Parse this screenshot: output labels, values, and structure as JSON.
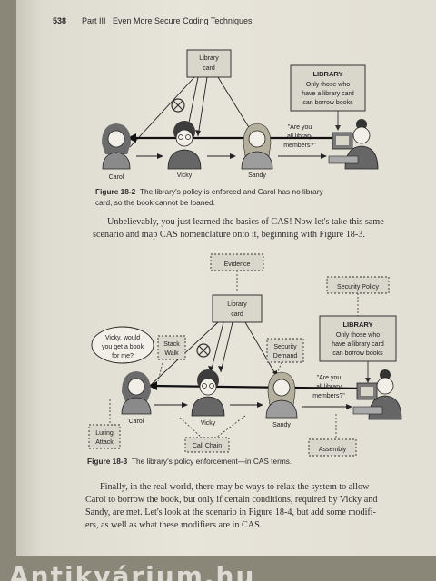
{
  "header": {
    "page_number": "538",
    "part": "Part III",
    "title": "Even More Secure Coding Techniques"
  },
  "figure1": {
    "library_card": [
      "Library",
      "card"
    ],
    "library_box": [
      "LIBRARY",
      "Only those who",
      "have a library card",
      "can borrow books"
    ],
    "bubble": [
      "\"Are you",
      "all library",
      "members?\""
    ],
    "names": {
      "carol": "Carol",
      "vicky": "Vicky",
      "sandy": "Sandy"
    },
    "caption_label": "Figure 18-2",
    "caption_line1": "The library's policy is enforced and Carol has no library",
    "caption_line2": "card, so the book cannot be loaned."
  },
  "paragraph1": [
    "Unbelievably, you just learned the basics of CAS! Now let's take this same",
    "scenario and map CAS nomenclature onto it, beginning with Figure 18-3."
  ],
  "figure2": {
    "evidence": "Evidence",
    "security_policy": "Security Policy",
    "library_card": [
      "Library",
      "card"
    ],
    "stack_walk": [
      "Stack",
      "Walk"
    ],
    "security_demand": [
      "Security",
      "Demand"
    ],
    "library_box": [
      "LIBRARY",
      "Only those who",
      "have a library card",
      "can borrow books"
    ],
    "carol_bubble": [
      "Vicky, would",
      "you get a book",
      "for me?"
    ],
    "sandy_bubble": [
      "\"Are you",
      "all library",
      "members?\""
    ],
    "names": {
      "carol": "Carol",
      "vicky": "Vicky",
      "sandy": "Sandy"
    },
    "luring_attack": [
      "Luring",
      "Attack"
    ],
    "call_chain": "Call Chain",
    "assembly": "Assembly",
    "caption_label": "Figure 18-3",
    "caption_text": "The library's policy enforcement—in CAS terms."
  },
  "paragraph2": [
    "Finally, in the real world, there may be ways to relax the system to allow",
    "Carol to borrow the book, but only if certain conditions, required by Vicky and",
    "Sandy, are met. Let's look at the scenario in Figure 18-4, but add some modifi-",
    "ers, as well as what these modifiers are in CAS."
  ],
  "watermark": "Antikvárium.hu"
}
